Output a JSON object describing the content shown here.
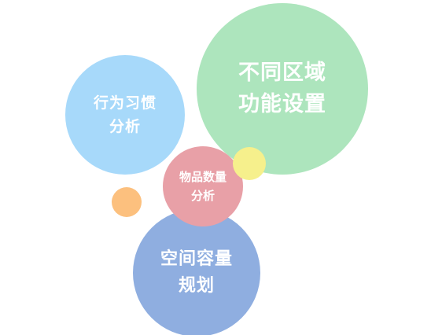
{
  "bubbles": {
    "green": {
      "line1": "不同区域",
      "line2": "功能设置",
      "color": "#ade5bd"
    },
    "blue": {
      "line1": "行为习惯",
      "line2": "分析",
      "color": "#a7d9fa"
    },
    "pink": {
      "line1": "物品数量",
      "line2": "分析",
      "color": "#e8a0a7"
    },
    "purple": {
      "line1": "空间容量",
      "line2": "规划",
      "color": "#8faee0"
    }
  },
  "dots": {
    "yellow": {
      "color": "#f6f08c"
    },
    "orange": {
      "color": "#fcc07e"
    }
  }
}
